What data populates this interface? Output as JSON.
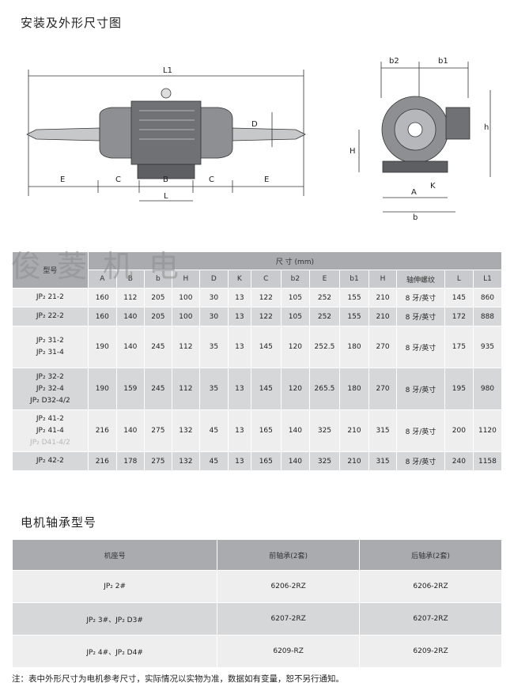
{
  "titles": {
    "installation": "安装及外形尺寸图",
    "bearing": "电机轴承型号"
  },
  "watermark": "俊菱机电",
  "drawing_labels": {
    "L1": "L1",
    "E": "E",
    "C": "C",
    "B": "B",
    "L": "L",
    "D": "D",
    "b2": "b2",
    "b1": "b1",
    "h": "h",
    "H": "H",
    "A": "A",
    "b": "b",
    "K": "K"
  },
  "spec_table": {
    "model_header": "型号",
    "group_header": "尺   寸 (mm)",
    "columns": [
      "A",
      "B",
      "b",
      "H",
      "D",
      "K",
      "C",
      "b2",
      "E",
      "b1",
      "H",
      "轴伸螺纹",
      "L",
      "L1"
    ],
    "rows": [
      {
        "models": [
          "JP₂ 21-2"
        ],
        "values": [
          "160",
          "112",
          "205",
          "100",
          "30",
          "13",
          "122",
          "105",
          "252",
          "155",
          "210",
          "8 牙/英寸",
          "145",
          "860"
        ]
      },
      {
        "models": [
          "JP₂ 22-2"
        ],
        "values": [
          "160",
          "140",
          "205",
          "100",
          "30",
          "13",
          "122",
          "105",
          "252",
          "155",
          "210",
          "8 牙/英寸",
          "172",
          "888"
        ]
      },
      {
        "models": [
          "JP₂ 31-2",
          "JP₂ 31-4"
        ],
        "values": [
          "190",
          "140",
          "245",
          "112",
          "35",
          "13",
          "145",
          "120",
          "252.5",
          "180",
          "270",
          "8 牙/英寸",
          "175",
          "935"
        ]
      },
      {
        "models": [
          "JP₂ 32-2",
          "JP₂ 32-4",
          "JP₂ D32-4/2"
        ],
        "values": [
          "190",
          "159",
          "245",
          "112",
          "35",
          "13",
          "145",
          "120",
          "265.5",
          "180",
          "270",
          "8 牙/英寸",
          "195",
          "980"
        ]
      },
      {
        "models": [
          "JP₂ 41-2",
          "JP₂ 41-4",
          "JP₂ D41-4/2"
        ],
        "values": [
          "216",
          "140",
          "275",
          "132",
          "45",
          "13",
          "165",
          "140",
          "325",
          "210",
          "315",
          "8 牙/英寸",
          "200",
          "1120"
        ]
      },
      {
        "models": [
          "JP₂ 42-2"
        ],
        "values": [
          "216",
          "178",
          "275",
          "132",
          "45",
          "13",
          "165",
          "140",
          "325",
          "210",
          "315",
          "8 牙/英寸",
          "240",
          "1158"
        ]
      }
    ]
  },
  "bearing_table": {
    "headers": [
      "机座号",
      "前轴承(2套)",
      "后轴承(2套)"
    ],
    "rows": [
      [
        "JP₂ 2#",
        "6206-2RZ",
        "6206-2RZ"
      ],
      [
        "JP₂ 3#、JP₂ D3#",
        "6207-2RZ",
        "6207-2RZ"
      ],
      [
        "JP₂ 4#、JP₂ D4#",
        "6209-RZ",
        "6209-2RZ"
      ]
    ]
  },
  "footnote": "注：表中外形尺寸为电机参考尺寸，实际情况以实物为准，数据如有变量，恕不另行通知。"
}
